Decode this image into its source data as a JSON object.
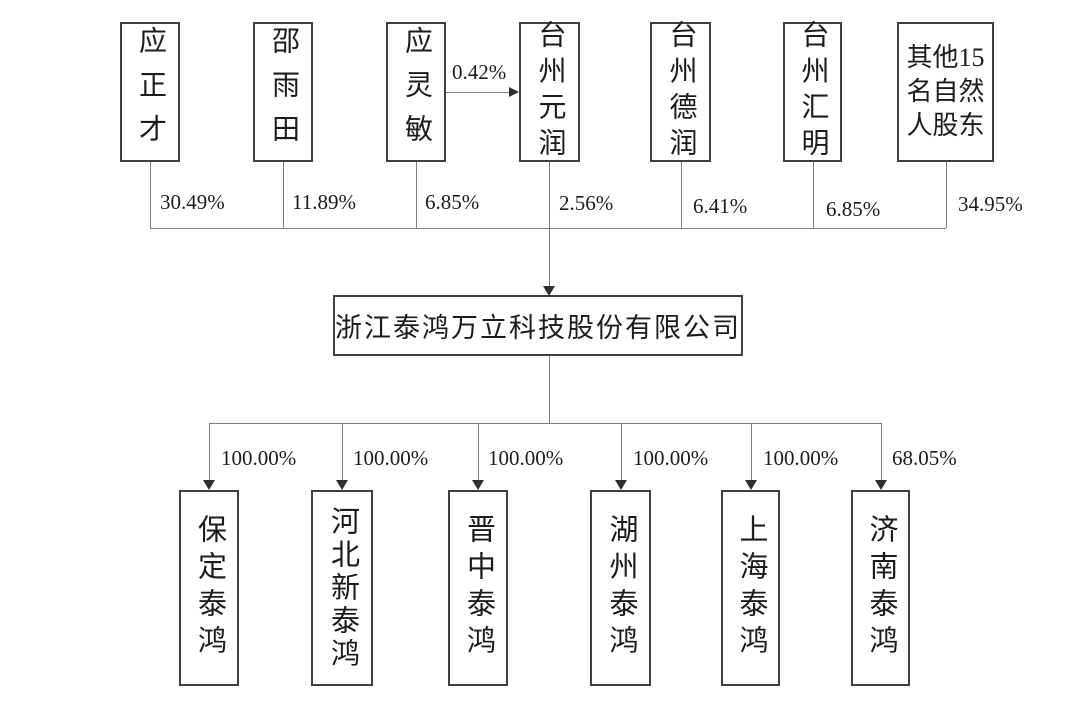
{
  "company": {
    "name": "浙江泰鸿万立科技股份有限公司"
  },
  "shareholders": [
    {
      "name": "应正才",
      "pct": "30.49%"
    },
    {
      "name": "邵雨田",
      "pct": "11.89%"
    },
    {
      "name": "应灵敏",
      "pct": "6.85%"
    },
    {
      "name": "台州元润",
      "pct": "2.56%"
    },
    {
      "name": "台州德润",
      "pct": "6.41%"
    },
    {
      "name": "台州汇明",
      "pct": "6.85%"
    },
    {
      "name": "其他15名自然人股东",
      "pct": "34.95%"
    }
  ],
  "transfer_arrow": {
    "label": "0.42%"
  },
  "subsidiaries": [
    {
      "name": "保定泰鸿",
      "pct": "100.00%"
    },
    {
      "name": "河北新泰鸿",
      "pct": "100.00%"
    },
    {
      "name": "晋中泰鸿",
      "pct": "100.00%"
    },
    {
      "name": "湖州泰鸿",
      "pct": "100.00%"
    },
    {
      "name": "上海泰鸿",
      "pct": "100.00%"
    },
    {
      "name": "济南泰鸿",
      "pct": "68.05%"
    }
  ],
  "colors": {
    "background": "#ffffff",
    "line_gray": "#7f7f7f",
    "border_dark": "#3f3f3f",
    "text_black": "#1c1c1c"
  }
}
